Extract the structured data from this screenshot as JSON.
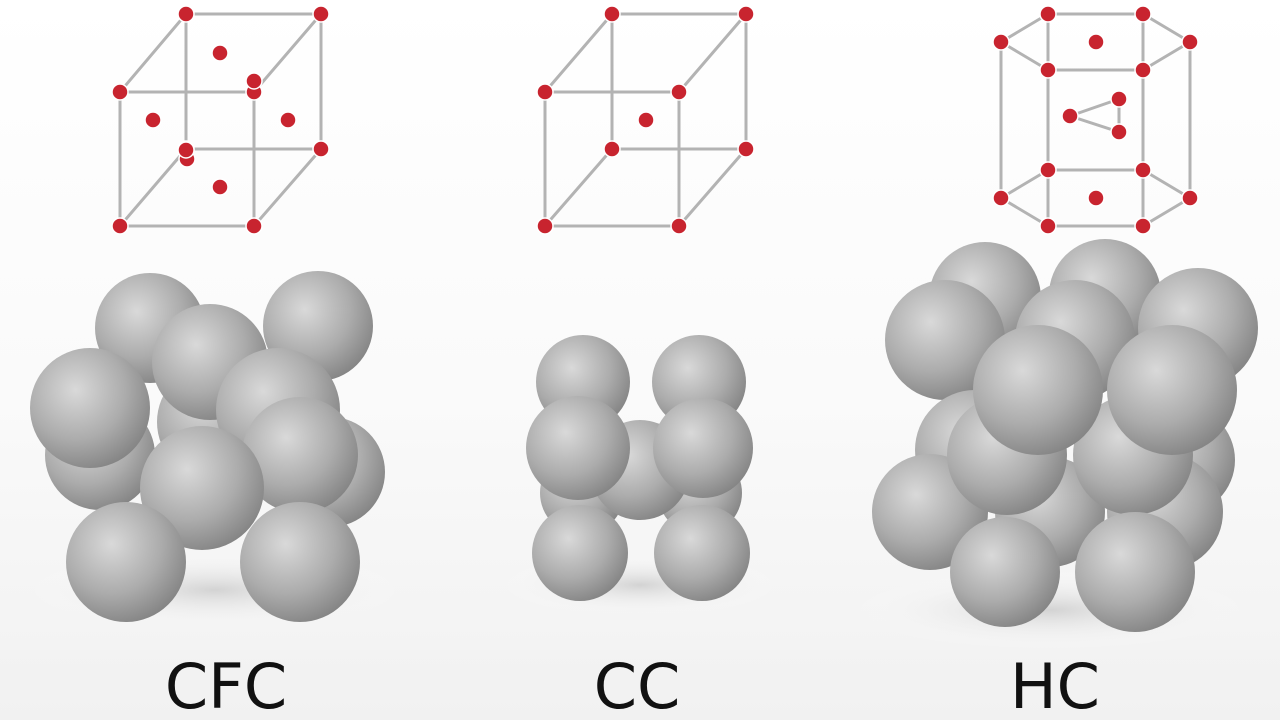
{
  "colors": {
    "atom": "#c8242f",
    "lattice_line": "#b3b3b3",
    "sphere_light": "#d6d6d6",
    "sphere_mid": "#a9a9a9",
    "sphere_dark": "#7e7e7e",
    "label": "#111111"
  },
  "structures": [
    {
      "id": "cfc",
      "label": "CFC"
    },
    {
      "id": "cc",
      "label": "CC"
    },
    {
      "id": "hc",
      "label": "HC"
    }
  ]
}
